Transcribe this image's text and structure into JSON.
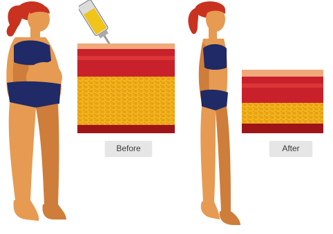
{
  "labels": {
    "before": "Before",
    "after": "After"
  },
  "colors": {
    "skin": "#e69a52",
    "skin_shadow": "#cf7d3a",
    "hair": "#c8321e",
    "bikini": "#1f2a66",
    "muscle": "#c8212b",
    "muscle_light": "#e8453c",
    "fat": "#f2b51c",
    "fat_dark": "#d88e12",
    "skin_layer": "#f0a97a",
    "needle_liquid": "#f0c419",
    "base_layer": "#9e1518"
  },
  "icons": {
    "figure_before": "overweight-woman-figure",
    "figure_after": "slim-woman-figure",
    "syringe": "syringe-icon"
  }
}
